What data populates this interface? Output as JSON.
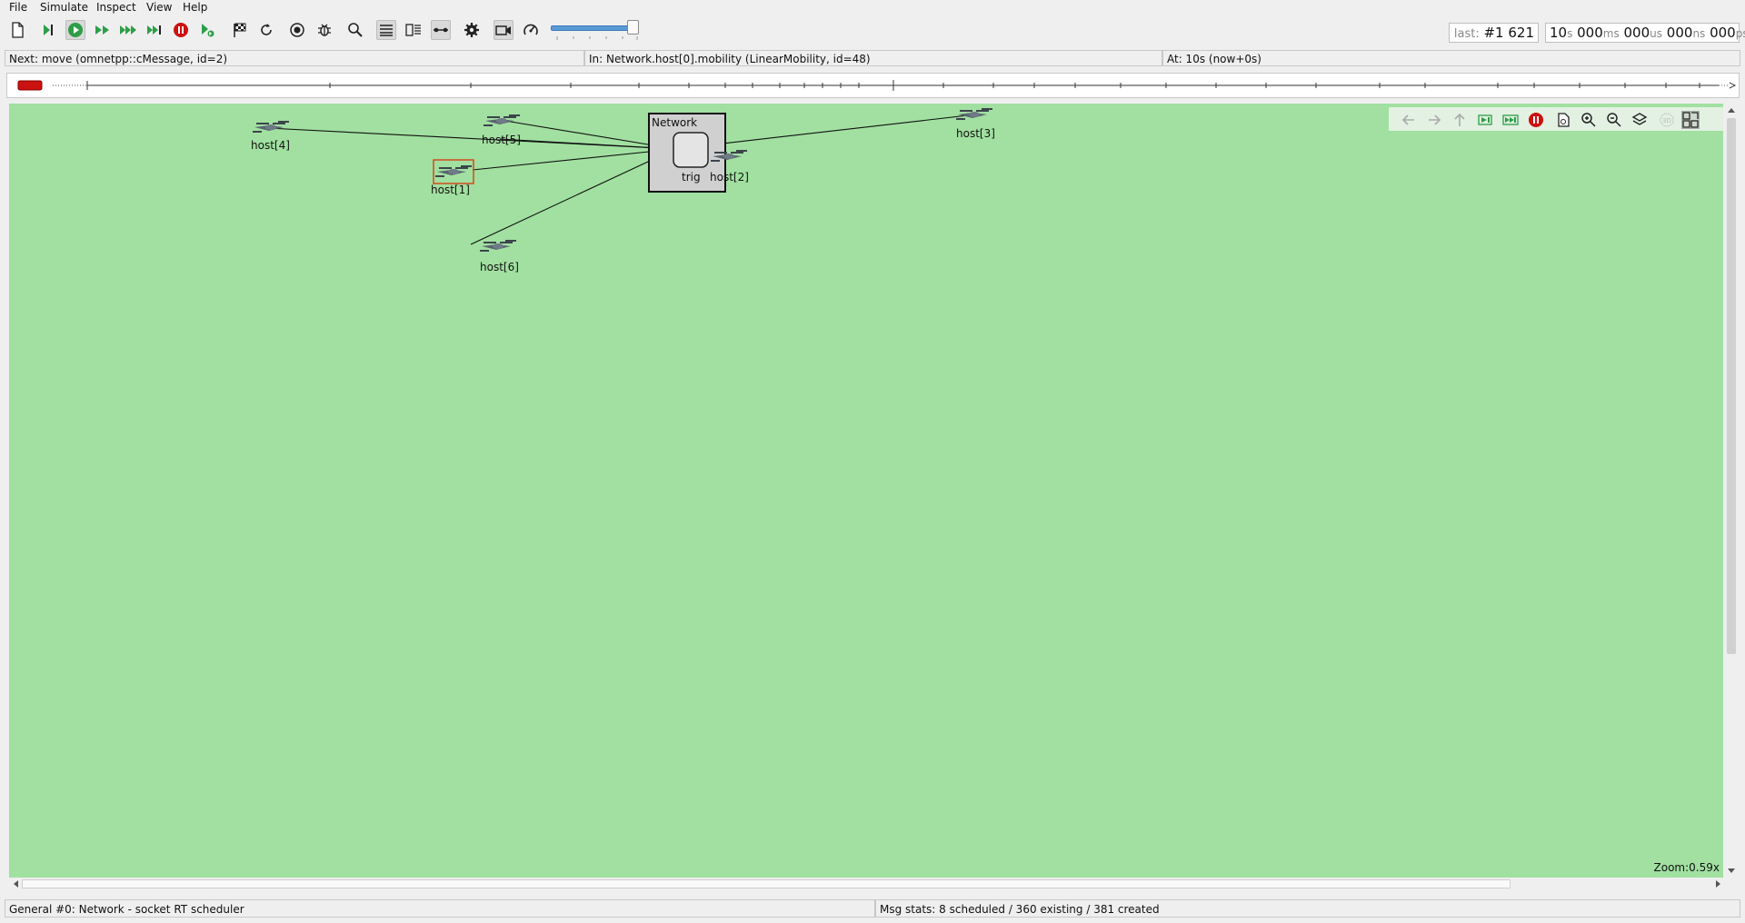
{
  "menu": [
    "File",
    "Simulate",
    "Inspect",
    "View",
    "Help"
  ],
  "event_counter": {
    "label": "last:",
    "value": "#1 621"
  },
  "sim_time": [
    {
      "value": "10",
      "unit": "s"
    },
    {
      "value": "000",
      "unit": "ms"
    },
    {
      "value": "000",
      "unit": "us"
    },
    {
      "value": "000",
      "unit": "ns"
    },
    {
      "value": "000",
      "unit": "ps"
    }
  ],
  "info": {
    "next": "Next: move (omnetpp::cMessage, id=2)",
    "in": "In: Network.host[0].mobility (LinearMobility, id=48)",
    "at": "At: 10s (now+0s)"
  },
  "network": {
    "name": "Network",
    "trigger_label": "trig",
    "hosts": [
      "host[4]",
      "host[5]",
      "host[1]",
      "host[6]",
      "host[2]",
      "host[3]"
    ]
  },
  "zoom": "Zoom:0.59x",
  "status": {
    "left": "General #0: Network - socket RT scheduler",
    "right": "Msg stats: 8 scheduled / 360 existing / 381 created"
  },
  "colors": {
    "canvas": "#a1e0a1",
    "run": "#2e9e47",
    "stop": "#cc1111",
    "slider": "#5b9bd5"
  },
  "icons": {
    "toolbar": [
      "new-file-icon",
      "step-icon",
      "run-icon",
      "fast-run-icon",
      "express-run-icon",
      "run-until-icon",
      "stop-icon",
      "run-to-icon",
      "finish-icon",
      "rebuild-icon",
      "record-icon",
      "debug-icon",
      "find-icon",
      "log-view-icon",
      "split-view-icon",
      "connections-icon",
      "settings-icon",
      "video-icon",
      "speed-icon"
    ],
    "canvas": [
      "back-icon",
      "forward-icon",
      "up-icon",
      "step-into-icon",
      "fast-into-icon",
      "stop-icon",
      "layout-icon",
      "zoom-in-icon",
      "zoom-out-icon",
      "layers-icon",
      "3d-icon",
      "canvas-view-icon"
    ]
  }
}
